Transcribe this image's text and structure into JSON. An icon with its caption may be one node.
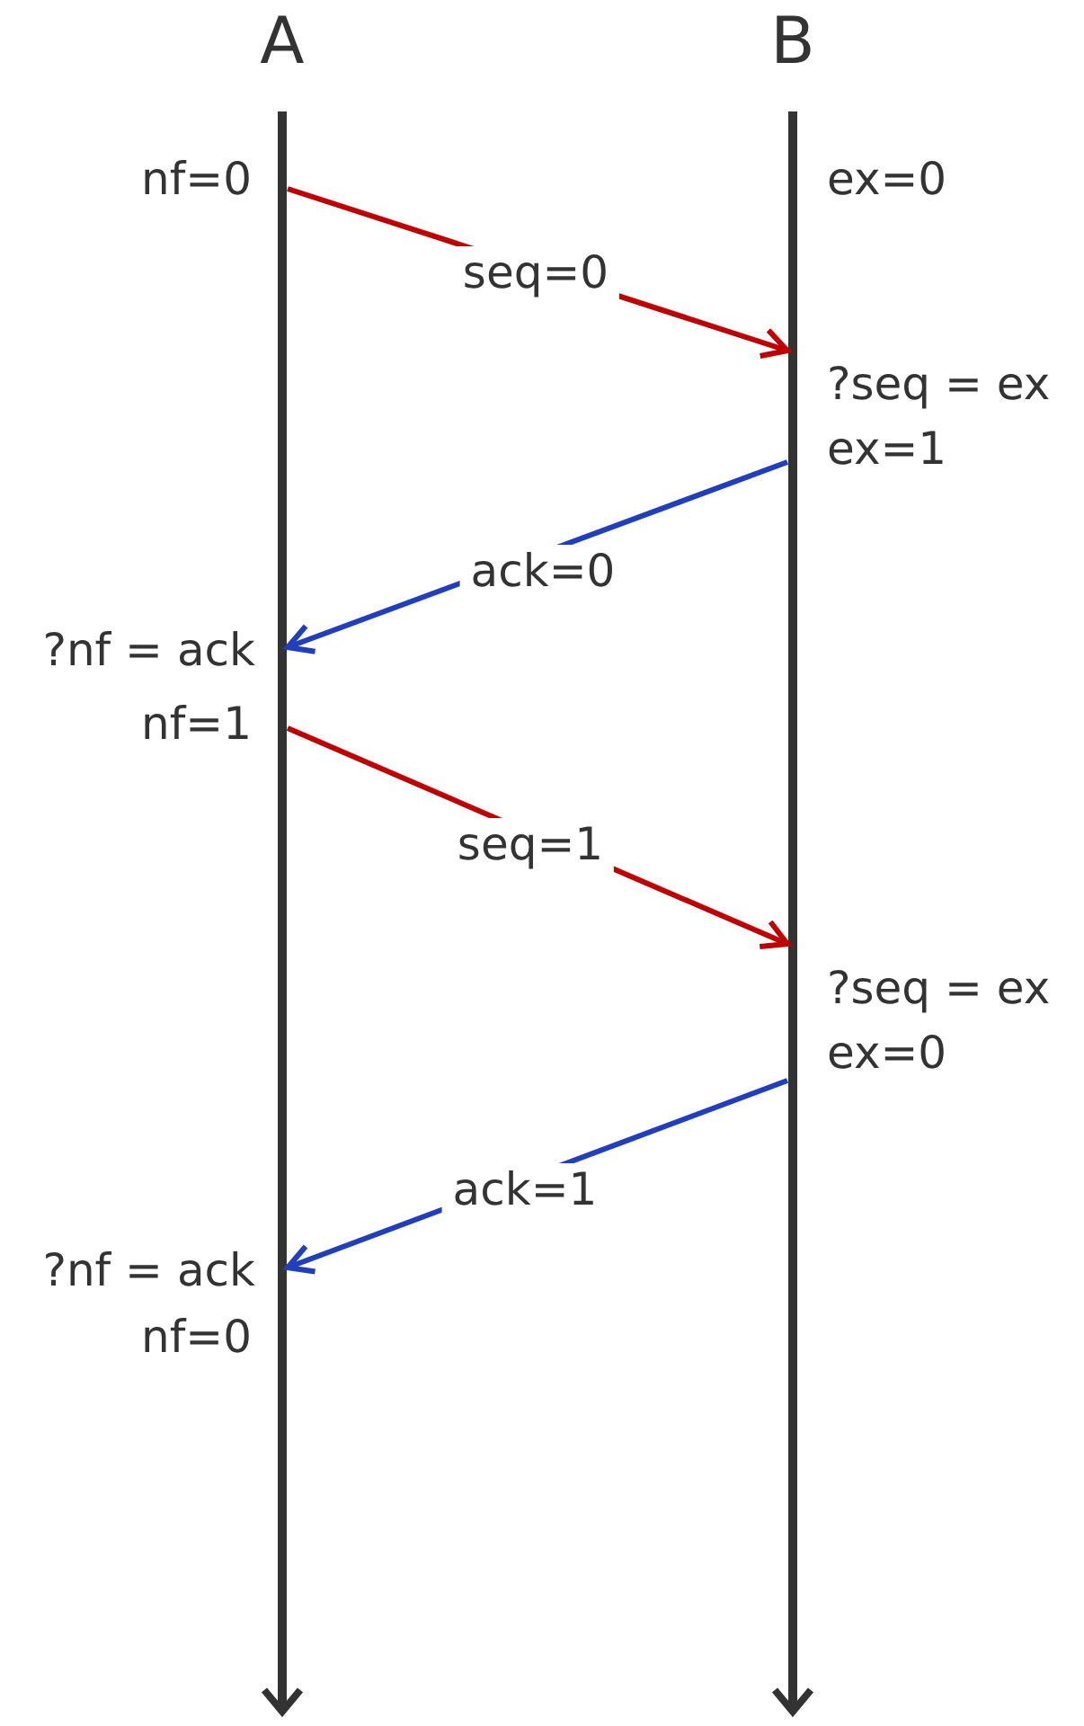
{
  "diagram": {
    "nodes": [
      {
        "text": [
          "A"
        ]
      },
      {
        "text": [
          "B"
        ]
      }
    ],
    "edges": [
      {
        "from": 0,
        "to": 1,
        "arrow": "to",
        "label": "seq=0",
        "color": "#c00000"
      },
      {
        "from": 1,
        "to": 0,
        "arrow": "to",
        "label": "ack=0",
        "color": "#1f3fbf"
      },
      {
        "from": 0,
        "to": 1,
        "arrow": "to",
        "label": "seq=1",
        "color": "#c00000"
      },
      {
        "from": 1,
        "to": 0,
        "arrow": "to",
        "label": "ack=1",
        "color": "#1f3fbf"
      }
    ],
    "labels": [
      "nf=0",
      "ex=0",
      "?seq = ex",
      "ex=1",
      "?nf = ack",
      "nf=1",
      "?seq = ex",
      "ex=0",
      "?nf = ack",
      "nf=0"
    ]
  }
}
